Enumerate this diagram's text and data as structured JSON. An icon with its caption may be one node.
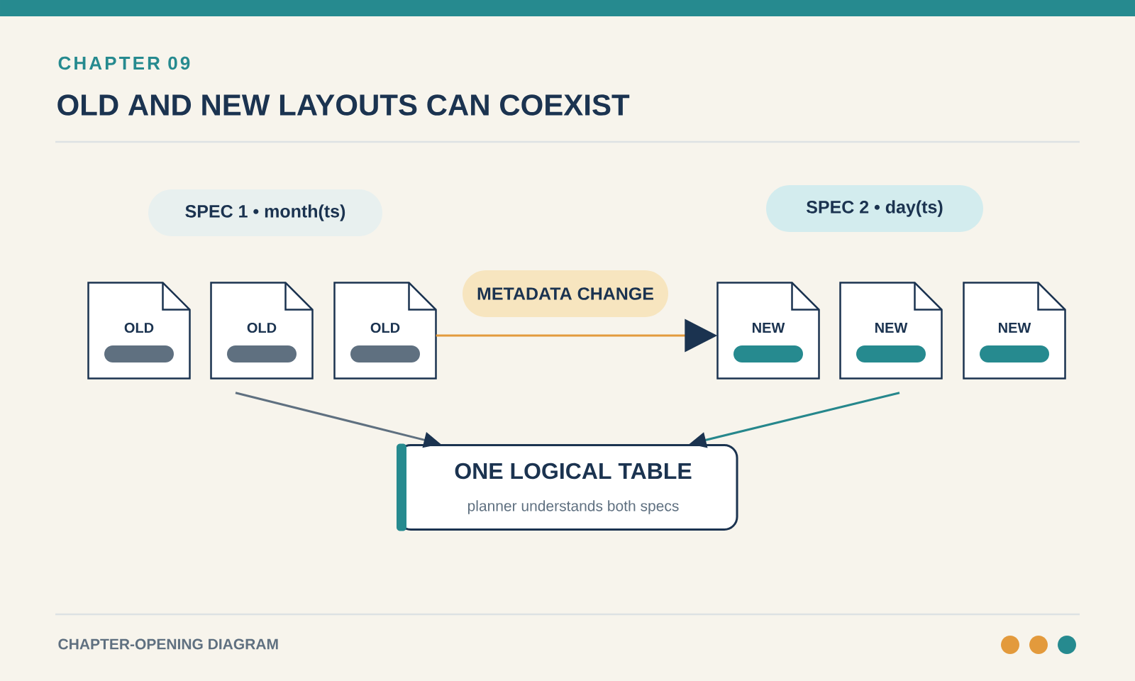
{
  "diagram": {
    "title": "OLD AND NEW LAYOUTS CAN COEXIST",
    "nodes": [
      {
        "text": [
          "SPEC 1 • month(ts)"
        ]
      },
      {
        "text": [
          "SPEC 2 • day(ts)"
        ]
      },
      {
        "text": [
          "OLD"
        ]
      },
      {
        "text": [
          "OLD"
        ]
      },
      {
        "text": [
          "OLD"
        ]
      },
      {
        "text": [
          "METADATA CHANGE"
        ]
      },
      {
        "text": [
          "NEW"
        ]
      },
      {
        "text": [
          "NEW"
        ]
      },
      {
        "text": [
          "NEW"
        ]
      },
      {
        "text": [
          "ONE LOGICAL TABLE",
          "planner understands both specs"
        ]
      }
    ],
    "edges": [
      {
        "from": 3,
        "to": 9,
        "arrow": "to",
        "color": "#5f7080"
      },
      {
        "from": 7,
        "to": 9,
        "arrow": "to",
        "color": "#26878c"
      },
      {
        "from": 4,
        "to": 6,
        "arrow": "to",
        "color": "#e39a3c"
      }
    ],
    "labels": [
      "CHAPTER 09",
      "CHAPTER-OPENING DIAGRAM"
    ]
  }
}
